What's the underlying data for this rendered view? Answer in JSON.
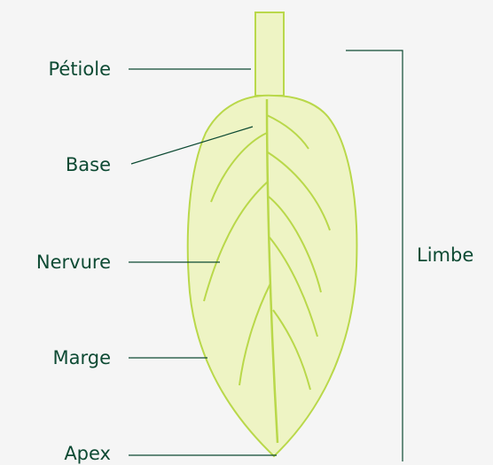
{
  "colors": {
    "background": "#f5f5f5",
    "leaf_fill": "#eef4c4",
    "leaf_stroke": "#b9d84a",
    "ink": "#0d4a33"
  },
  "labels": {
    "petiole": "Pétiole",
    "base": "Base",
    "nervure": "Nervure",
    "marge": "Marge",
    "apex": "Apex",
    "limbe": "Limbe"
  }
}
